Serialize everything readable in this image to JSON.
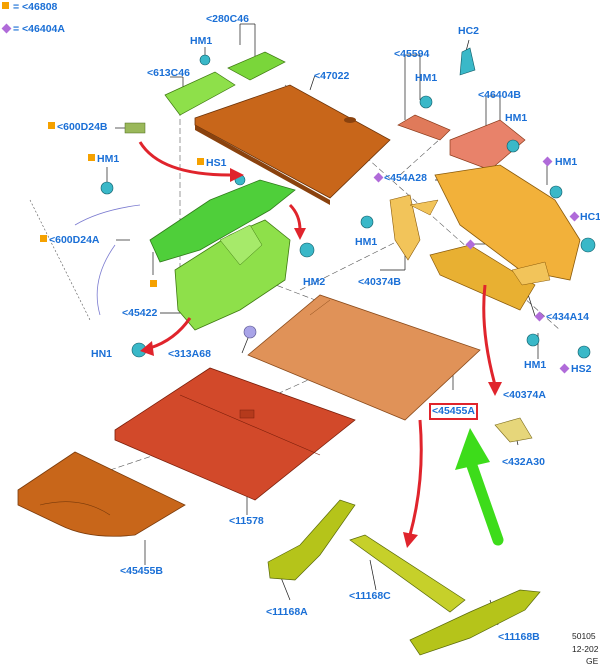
{
  "legend": {
    "square_ref": "= <46808",
    "diamond_ref": "= <46404A"
  },
  "colors": {
    "label": "#1a6fd6",
    "square_marker": "#f5a100",
    "diamond_marker": "#b06bd9",
    "arrow_red": "#e0242c",
    "arrow_green": "#3ddc1a",
    "highlight_box": "#e0242c"
  },
  "labels": {
    "p280c46": "<280C46",
    "hm1_a": "HM1",
    "p613c46": "<613C46",
    "p47022": "<47022",
    "p600d24b": "<600D24B",
    "hm1_b": "HM1",
    "hs1": "HS1",
    "p600d24a": "<600D24A",
    "hm2": "HM2",
    "p45422": "<45422",
    "hn1": "HN1",
    "p313a68": "<313A68",
    "p45594": "<45594",
    "hc2": "HC2",
    "hm1_c": "HM1",
    "p46404b": "<46404B",
    "hm1_d": "HM1",
    "hm1_e": "HM1",
    "p454a28": "<454A28",
    "hc1": "HC1",
    "hm1_f": "HM1",
    "p40374b": "<40374B",
    "p434a14": "<434A14",
    "hm1_g": "HM1",
    "hs2": "HS2",
    "p40374a": "<40374A",
    "p45455a": "<45455A",
    "p432a30": "<432A30",
    "p11578": "<11578",
    "p45455b": "<45455B",
    "p11168a": "<11168A",
    "p11168c": "<11168C",
    "p11168b": "<11168B"
  },
  "footer": {
    "line1": "50105",
    "line2": "12-202",
    "line3": "GE"
  }
}
